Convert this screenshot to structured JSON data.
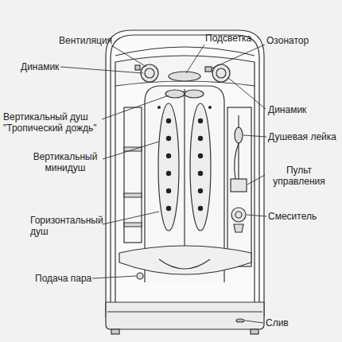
{
  "diagram": {
    "labels": [
      "Подсветка",
      "Вентиляция",
      "Озонатор",
      "Динамик",
      "Динамик",
      "Вертикальный душ \"Тропический дождь\"",
      "Душевая лейка",
      "Вертикальный минидуш",
      "Пульт управления",
      "Смеситель",
      "Горизонтальный душ",
      "Подача пара",
      "Слив"
    ]
  }
}
